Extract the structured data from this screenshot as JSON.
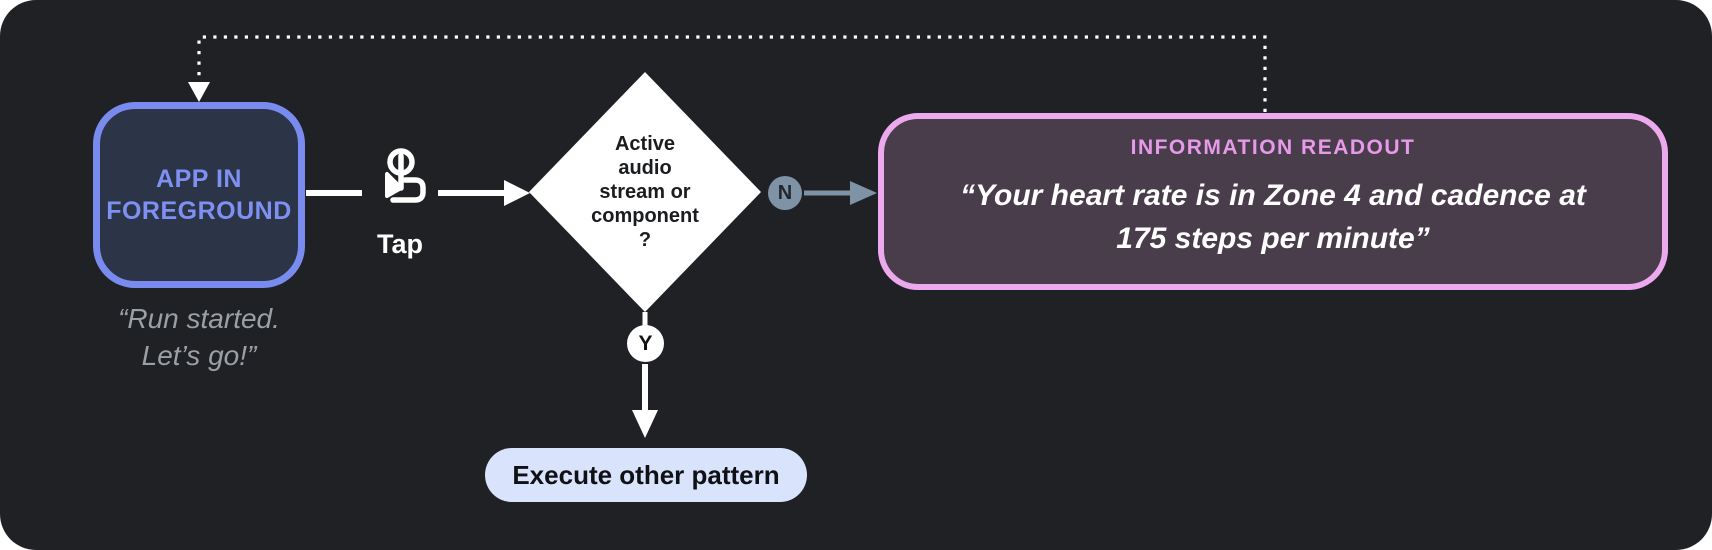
{
  "diagram": {
    "nodes": {
      "app": {
        "label": "APP IN\nFOREGROUND",
        "quote": "“Run started.\nLet’s go!”"
      },
      "tap": {
        "label": "Tap",
        "icon": "tap-gesture-icon"
      },
      "decision": {
        "text": "Active\naudio\nstream or\ncomponent\n?"
      },
      "branch_no": {
        "label": "N"
      },
      "branch_yes": {
        "label": "Y"
      },
      "readout": {
        "title": "INFORMATION READOUT",
        "quote": "“Your heart rate is in Zone 4 and cadence at\n175 steps per minute”"
      },
      "execute": {
        "label": "Execute other pattern"
      }
    },
    "colors": {
      "background": "#202124",
      "app_node_border": "#7a8bf0",
      "app_node_fill": "#2c3447",
      "app_node_text": "#7e90f1",
      "quote_text": "#9aa0a6",
      "connector_white": "#ffffff",
      "decision_fill": "#ffffff",
      "decision_text": "#1a1c1f",
      "branch_no_badge": "#7e93a5",
      "branch_yes_badge": "#ffffff",
      "readout_border": "#eca9ee",
      "readout_fill": "#493d4b",
      "readout_title_text": "#e69ae9",
      "execute_fill": "#d9e3fc",
      "execute_text": "#101114"
    }
  }
}
